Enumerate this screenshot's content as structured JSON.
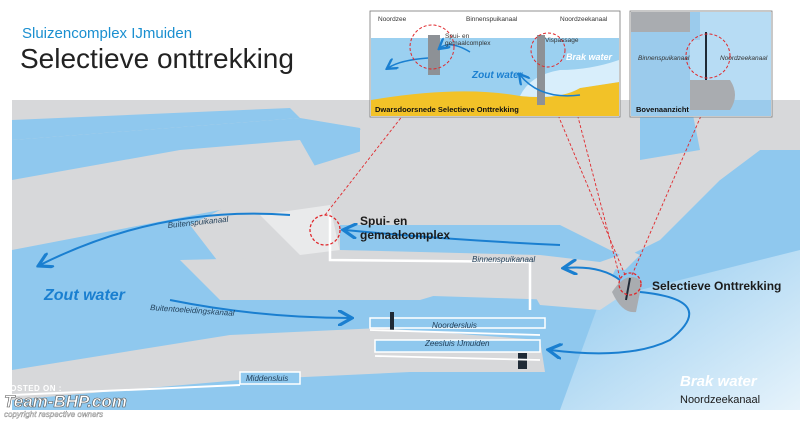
{
  "header": {
    "subtitle": "Sluizencomplex IJmuiden",
    "title": "Selectieve onttrekking"
  },
  "map_labels": {
    "spui_line1": "Spui- en",
    "spui_line2": "gemaalcomplex",
    "selectieve": "Selectieve Onttrekking",
    "zout_water": "Zout water",
    "brak_water": "Brak water",
    "noordzeekanaal": "Noordzeekanaal",
    "buitenspuikanaal": "Buitenspuikanaal",
    "binnenspuikanaal": "Binnenspuikanaal",
    "buitentoeleidingskanaal": "Buitentoeleidingskanaal",
    "noordersluis": "Noordersluis",
    "zeesluis": "Zeesluis IJmuiden",
    "middensluis": "Middensluis"
  },
  "inset_cross_section": {
    "label_noordzee": "Noordzee",
    "label_binnenspuikanaal": "Binnenspuikanaal",
    "label_noordzeekanaal": "Noordzeekanaal",
    "label_spui1": "Spui- en",
    "label_spui2": "gemaalcomplex",
    "label_vispassage": "Vispassage",
    "label_zout": "Zout water",
    "label_brak": "Brak water",
    "caption": "Dwarsdoorsnede Selectieve Onttrekking"
  },
  "inset_top_view": {
    "label_left": "Binnenspuikanaal",
    "label_right": "Noordzeekanaal",
    "caption": "Bovenaanzicht"
  },
  "watermark": {
    "line1": "HOSTED ON :",
    "line2": "Team-BHP.com",
    "line3": "copyright respective owners"
  },
  "colors": {
    "water": "#8fc8ee",
    "land": "#d7d8da",
    "pale_land": "#e9eaeb",
    "arrow": "#1a7fd0",
    "marker": "#e0282c",
    "sand": "#f2c228"
  }
}
